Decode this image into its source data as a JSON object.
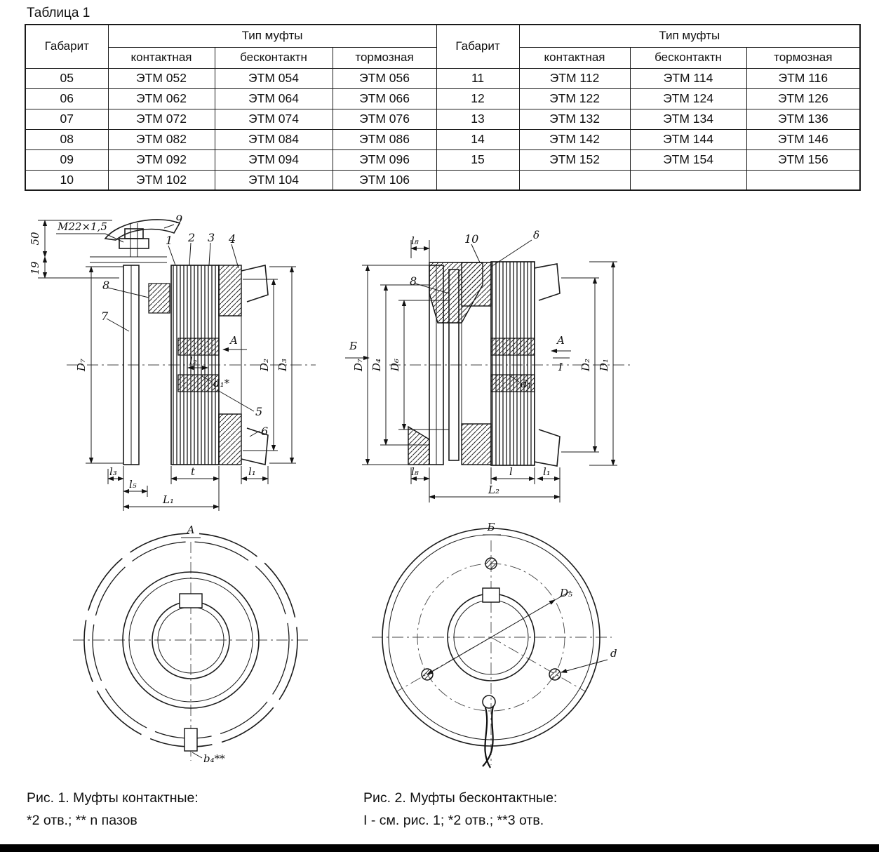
{
  "page": {
    "title": "Таблица 1"
  },
  "table": {
    "gabarit": "Габарит",
    "group": "Тип муфты",
    "sub": [
      "контактная",
      "бесконтактн",
      "тормозная"
    ],
    "left_rows": [
      {
        "g": "05",
        "c1": "ЭТМ 052",
        "c2": "ЭТМ 054",
        "c3": "ЭТМ 056"
      },
      {
        "g": "06",
        "c1": "ЭТМ 062",
        "c2": "ЭТМ 064",
        "c3": "ЭТМ 066"
      },
      {
        "g": "07",
        "c1": "ЭТМ 072",
        "c2": "ЭТМ 074",
        "c3": "ЭТМ 076"
      },
      {
        "g": "08",
        "c1": "ЭТМ 082",
        "c2": "ЭТМ 084",
        "c3": "ЭТМ 086"
      },
      {
        "g": "09",
        "c1": "ЭТМ 092",
        "c2": "ЭТМ 094",
        "c3": "ЭТМ 096"
      },
      {
        "g": "10",
        "c1": "ЭТМ 102",
        "c2": "ЭТМ 104",
        "c3": "ЭТМ 106"
      }
    ],
    "right_rows": [
      {
        "g": "11",
        "c1": "ЭТМ 112",
        "c2": "ЭТМ 114",
        "c3": "ЭТМ 116"
      },
      {
        "g": "12",
        "c1": "ЭТМ 122",
        "c2": "ЭТМ 124",
        "c3": "ЭТМ 126"
      },
      {
        "g": "13",
        "c1": "ЭТМ 132",
        "c2": "ЭТМ 134",
        "c3": "ЭТМ 136"
      },
      {
        "g": "14",
        "c1": "ЭТМ 142",
        "c2": "ЭТМ 144",
        "c3": "ЭТМ 146"
      },
      {
        "g": "15",
        "c1": "ЭТМ 152",
        "c2": "ЭТМ 154",
        "c3": "ЭТМ 156"
      }
    ]
  },
  "fig1": {
    "caption_title": "Рис. 1. Муфты контактные:",
    "caption_note": "*2 отв.; ** n пазов",
    "labels": {
      "thread": "M22×1,5",
      "dim_50": "50",
      "dim_19": "19",
      "part_1": "1",
      "part_2": "2",
      "part_3": "3",
      "part_4": "4",
      "part_5": "5",
      "part_6": "6",
      "part_7": "7",
      "part_8": "8",
      "part_9": "9",
      "D7": "D₇",
      "D2": "D₂",
      "D3": "D₃",
      "l2": "l₂",
      "d1": "d₁*",
      "section_a": "A",
      "t": "t",
      "l1": "l₁",
      "l3": "l₃",
      "l5": "l₅",
      "L1": "L₁",
      "view_a": "A",
      "b4": "b₄**"
    }
  },
  "fig2": {
    "caption_title": "Рис. 2. Муфты бесконтактные:",
    "caption_note": "I - см. рис. 1; *2 отв.; **3 отв.",
    "labels": {
      "l8_top": "l₈",
      "part_10": "10",
      "delta": "δ",
      "part_8": "8",
      "section_b": "Б",
      "D7": "D₇",
      "D4": "D₄",
      "D6": "D₆",
      "view_a": "A",
      "view_i": "I",
      "d1": "d₁",
      "D2": "D₂",
      "D1": "D₁",
      "l": "l",
      "l1": "l₁",
      "l8_bot": "l₈",
      "L2": "L₂",
      "front_b": "Б",
      "D5": "D₅",
      "d": "d"
    }
  }
}
